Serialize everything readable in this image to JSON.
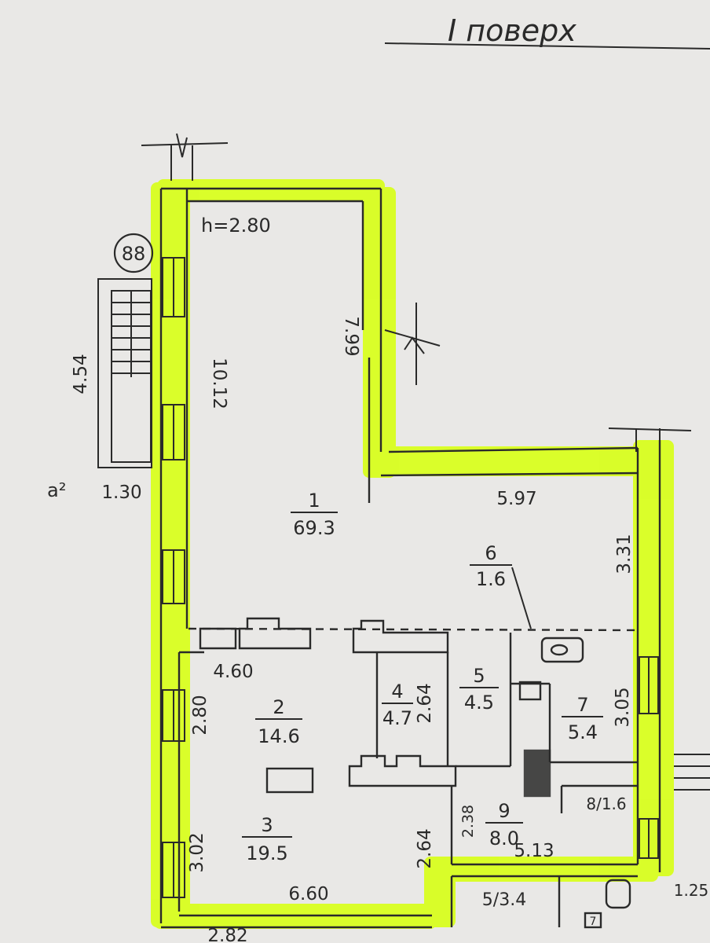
{
  "title": "I поверх",
  "building_number": "88",
  "ceiling_height": "h=2.80",
  "stair_label": "a²",
  "colors": {
    "paper": "#e9e8e6",
    "ink": "#2a2a2a",
    "highlight": "#d8ff1a"
  },
  "dimensions": {
    "d_1012": "10.12",
    "d_799": "7.99",
    "d_454": "4.54",
    "d_130": "1.30",
    "d_597": "5.97",
    "d_331": "3.31",
    "d_460": "4.60",
    "d_280": "2.80",
    "d_264a": "2.64",
    "d_305": "3.05",
    "d_302": "3.02",
    "d_264b": "2.64",
    "d_238": "2.38",
    "d_513": "5.13",
    "d_660": "6.60",
    "d_282": "2.82",
    "d_125": "1.25"
  },
  "rooms": [
    {
      "number": "1",
      "area": "69.3"
    },
    {
      "number": "2",
      "area": "14.6"
    },
    {
      "number": "3",
      "area": "19.5"
    },
    {
      "number": "4",
      "area": "4.7"
    },
    {
      "number": "5",
      "area": "4.5"
    },
    {
      "number": "6",
      "area": "1.6"
    },
    {
      "number": "7",
      "area": "5.4"
    },
    {
      "number": "9",
      "area": "8.0"
    }
  ],
  "room_8": "8/1.6",
  "room_5b": "5/3.4",
  "room_7b": "7"
}
